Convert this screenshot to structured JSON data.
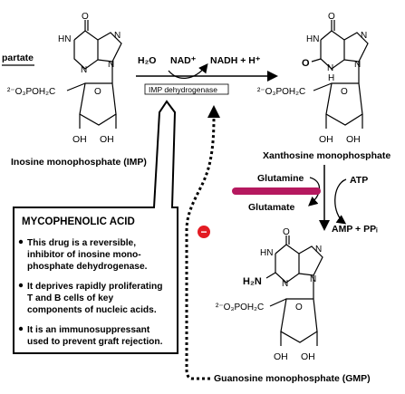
{
  "molecules": {
    "aspartate_fragment": "partate",
    "phosphate_group": "²⁻O₃POH₂C",
    "hydroxyl": "OH",
    "imp_label": "Inosine monophosphate (IMP)",
    "xmp_label": "Xanthosine monophosphate",
    "gmp_label": "Guanosine monophosphate (GMP)"
  },
  "reaction_1": {
    "water": "H₂O",
    "nad": "NAD⁺",
    "nadh": "NADH + H⁺",
    "enzyme": "IMP dehydrogenase"
  },
  "reaction_2": {
    "glutamine": "Glutamine",
    "glutamate": "Glutamate",
    "atp": "ATP",
    "amp": "AMP + PPᵢ"
  },
  "atoms": {
    "N": "N",
    "O": "O",
    "H": "H",
    "HN": "HN",
    "H2N": "H₂N"
  },
  "inhibitor_symbol": "−",
  "callout": {
    "title": "MYCOPHENOLIC ACID",
    "bullets": [
      [
        "This drug is a reversible,",
        "inhibitor of inosine mono-",
        "phosphate dehydrogenase."
      ],
      [
        "It deprives rapidly proliferating",
        "T and B cells of key",
        "components of nucleic acids."
      ],
      [
        "It is an immunosuppressant",
        "used to prevent graft rejection."
      ]
    ]
  },
  "colors": {
    "highlight": "#b5195f",
    "inhibition": "#e31b23",
    "callout_border": "#000000"
  }
}
